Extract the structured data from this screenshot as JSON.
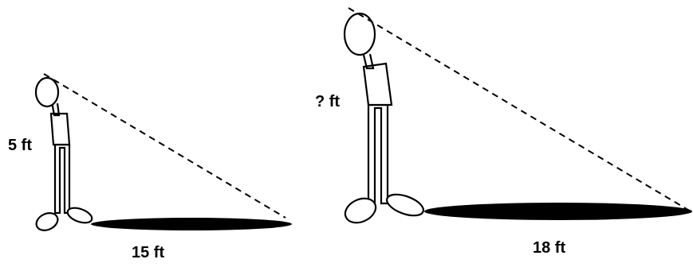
{
  "figures": {
    "small": {
      "height_label": "5 ft",
      "shadow_label": "15 ft"
    },
    "tall": {
      "height_label": "? ft",
      "shadow_label": "18 ft"
    }
  },
  "colors": {
    "ink": "#000000",
    "background": "#ffffff",
    "shadow": "#000000"
  }
}
